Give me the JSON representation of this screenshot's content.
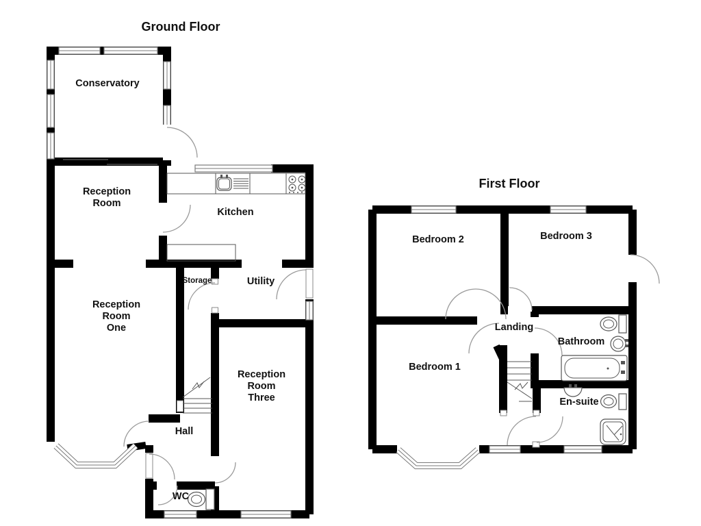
{
  "colors": {
    "background": "#ffffff",
    "wall": "#000000",
    "window": "#7a7a7a",
    "door_arc": "#9a9a9a",
    "fixture": "#555555",
    "text": "#111111"
  },
  "ground_floor": {
    "title": "Ground Floor",
    "labels": {
      "conservatory": "Conservatory",
      "reception_room": {
        "l1": "Reception",
        "l2": "Room"
      },
      "kitchen": "Kitchen",
      "reception_room_one": {
        "l1": "Reception",
        "l2": "Room",
        "l3": "One"
      },
      "storage": "Storage",
      "utility": "Utility",
      "reception_room_three": {
        "l1": "Reception",
        "l2": "Room",
        "l3": "Three"
      },
      "hall": "Hall",
      "wc": "WC"
    },
    "fixtures": [
      "kitchen-sink-icon",
      "drainer-icon",
      "hob-icon",
      "kitchen-counter",
      "toilet-icon",
      "stairs-up-icon"
    ],
    "features": [
      "bay-window",
      "front-door",
      "conservatory-door",
      "utility-back-door"
    ]
  },
  "first_floor": {
    "title": "First Floor",
    "labels": {
      "bedroom2": "Bedroom 2",
      "bedroom3": "Bedroom 3",
      "landing": "Landing",
      "bathroom": "Bathroom",
      "bedroom1": "Bedroom 1",
      "ensuite": "En-suite"
    },
    "fixtures": [
      "toilet-icon",
      "basin-icon",
      "bathtub-icon",
      "shower-icon",
      "stairs-down-icon"
    ],
    "features": [
      "bay-window",
      "external-door"
    ]
  }
}
